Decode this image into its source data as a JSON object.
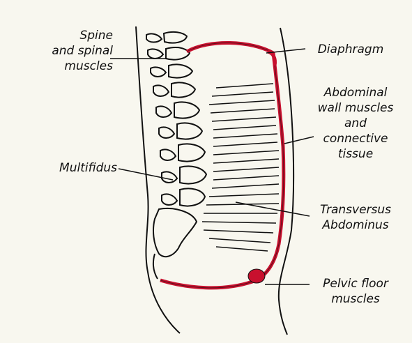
{
  "labels": {
    "spine": [
      "Spine",
      "and spinal",
      "muscles"
    ],
    "multifidus": [
      "Multifidus"
    ],
    "diaphragm": [
      "Diaphragm"
    ],
    "abdominal": [
      "Abdominal",
      "wall muscles",
      "and",
      "connective",
      "tissue"
    ],
    "transversus": [
      "Transversus",
      "Abdominus"
    ],
    "pelvic": [
      "Pelvic floor",
      "muscles"
    ]
  },
  "colors": {
    "background": "#f8f7ef",
    "line": "#111111",
    "muscle_red": "#c8102e"
  }
}
